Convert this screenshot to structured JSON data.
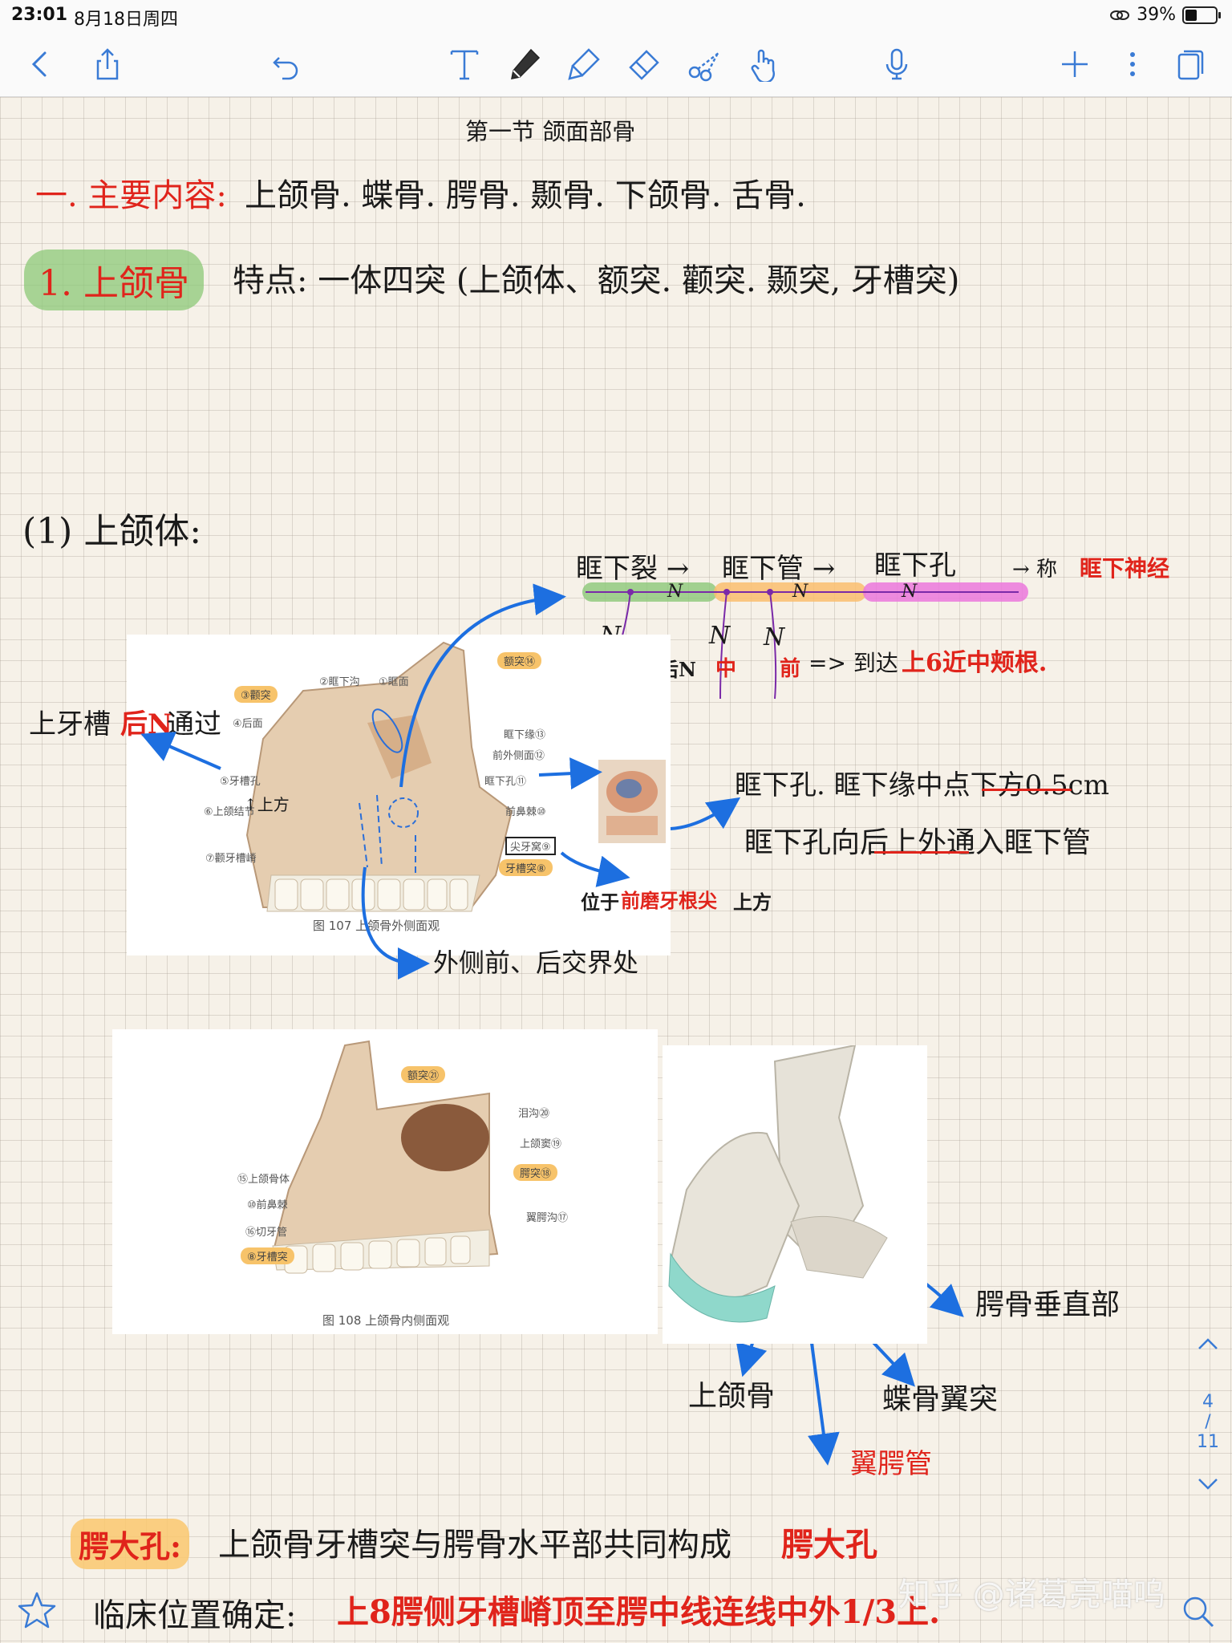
{
  "status": {
    "time": "23:01",
    "date": "8月18日周四",
    "battery": "39%"
  },
  "toolbar": {
    "left_tools": [
      "back-icon",
      "share-icon",
      "undo-icon"
    ],
    "center_tools": [
      "text-tool-icon",
      "pen-tool-icon",
      "highlighter-tool-icon",
      "eraser-tool-icon",
      "lasso-scissors-icon",
      "pointer-hand-icon",
      "microphone-icon"
    ],
    "right_tools": [
      "add-icon",
      "more-icon",
      "pages-icon"
    ]
  },
  "note": {
    "title": "第一节 颌面部骨",
    "main_content_label": "一. 主要内容:",
    "main_content_list": "上颌骨. 蝶骨. 腭骨. 颞骨. 下颌骨. 舌骨.",
    "section1_label": "1. 上颌骨",
    "section1_feature": "特点: 一体四突 (上颌体、额突. 颧突. 颞突, 牙槽突)",
    "sub1_label": "(1) 上颌体:",
    "chain_1": "眶下裂 →",
    "chain_2": "眶下管 →",
    "chain_3": "眶下孔",
    "chain_end_prefix": "→ 称",
    "chain_end_red": "眶下神经",
    "n_letter": "N",
    "post_alveolar_nerve": "上牙槽后N",
    "middle_label": "中",
    "anterior_label": "前",
    "reach_text": "=> 到达",
    "reach_red": "上6近中颊根.",
    "left_note_prefix": "上牙槽",
    "left_note_red": "后N",
    "left_note_suffix": "通过",
    "arrow_above": "↑上方",
    "foramen_note_1": "眶下孔. 眶下缘中点下方0.5cm",
    "foramen_note_2": "眶下孔向后上外通入眶下管",
    "canine_prefix": "位于",
    "canine_red": "前磨牙根尖",
    "canine_suffix": "上方",
    "lateral_note": "外侧前、后交界处",
    "fig107_caption": "图 107   上颌骨外侧面观",
    "fig107_labels": [
      "③颧突",
      "②眶下沟",
      "①眶面",
      "额突⑭",
      "④后面",
      "眶下缘⑬",
      "前外侧面⑫",
      "⑤牙槽孔",
      "眶下孔⑪",
      "⑥上颌结节",
      "前鼻棘⑩",
      "⑦颧牙槽嵴",
      "尖牙窝⑨",
      "牙槽突⑧"
    ],
    "fig108_caption": "图 108   上颌骨内侧面观",
    "fig108_labels": [
      "额突㉑",
      "泪沟⑳",
      "上颌窦⑲",
      "腭突⑱",
      "⑮上颌骨体",
      "⑩前鼻棘",
      "⑯切牙管",
      "⑧牙槽突",
      "翼腭沟⑰"
    ],
    "palatine_vertical": "腭骨垂直部",
    "maxilla_label": "上颌骨",
    "sphenoid_pterygoid": "蝶骨翼突",
    "pterygopalatine_canal": "翼腭管",
    "greater_palatine_label": "腭大孔:",
    "greater_palatine_text": "上颌骨牙槽突与腭骨水平部共同构成",
    "greater_palatine_red": "腭大孔",
    "clinical_label": "临床位置确定:",
    "clinical_red": "上8腭侧牙槽嵴顶至腭中线连线中外1/3上."
  },
  "pager": {
    "current": "4",
    "separator": "/",
    "total": "11"
  },
  "watermark": "知乎 @诸葛亮喵呜"
}
